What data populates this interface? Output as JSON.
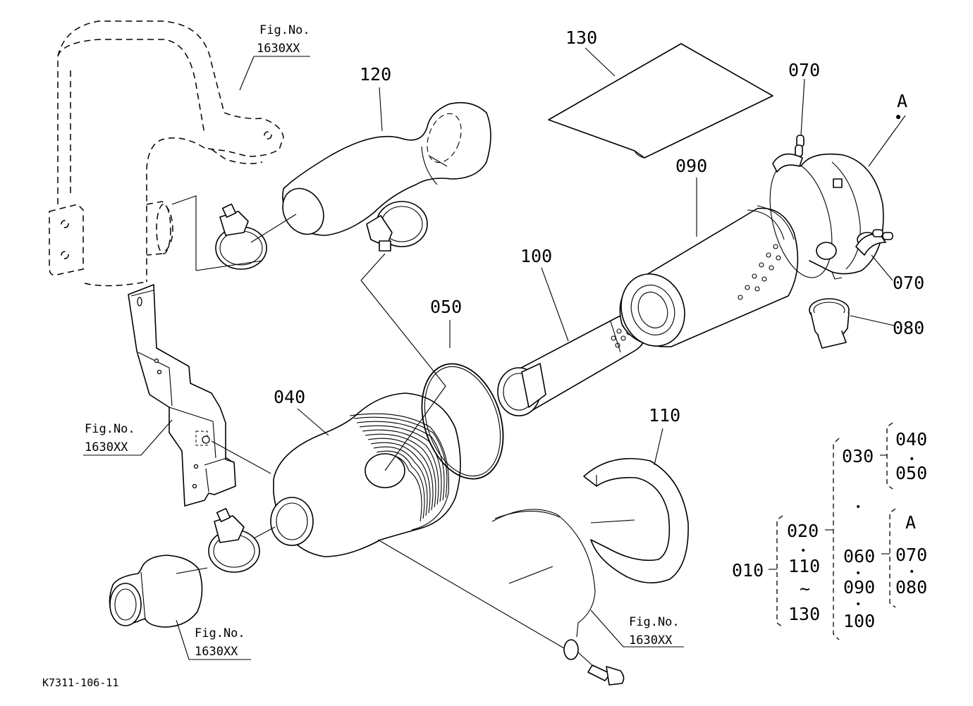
{
  "parts": {
    "p010": "010",
    "p020": "020",
    "p030": "030",
    "p040": "040",
    "p050": "050",
    "p060": "060",
    "p070a": "070",
    "p070b": "070",
    "p080": "080",
    "p090": "090",
    "p100": "100",
    "p110": "110",
    "p120": "120",
    "p130": "130",
    "pA": "A"
  },
  "refs": {
    "r1_top": "Fig.No.",
    "r1_bottom": "1630XX",
    "r2_top": "Fig.No.",
    "r2_bottom": "1630XX",
    "r3_top": "Fig.No.",
    "r3_bottom": "1630XX",
    "r4_top": "Fig.No.",
    "r4_bottom": "1630XX"
  },
  "tree": {
    "t010": "010",
    "t020": "020",
    "t110": "110",
    "tilde": "~",
    "t130": "130",
    "t030": "030",
    "t040": "040",
    "t050": "050",
    "t060": "060",
    "t090": "090",
    "t100": "100",
    "tA": "A",
    "t070": "070",
    "t080": "080",
    "dot": "•"
  },
  "drawing_code": "K7311-106-11"
}
